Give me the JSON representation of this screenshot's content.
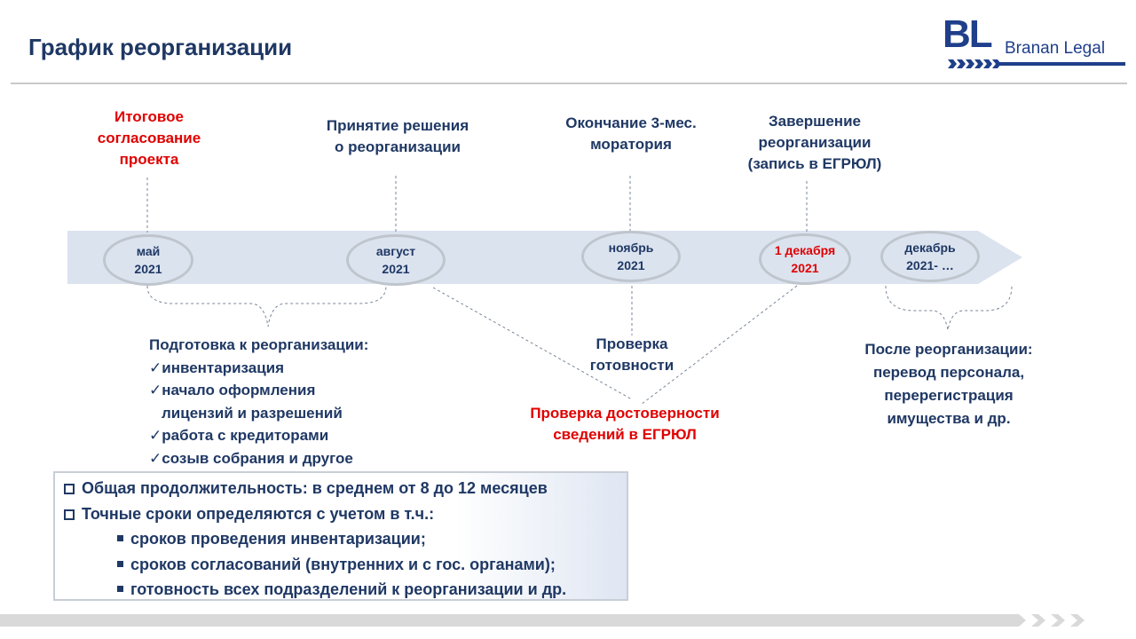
{
  "header": {
    "title": "График реорганизации"
  },
  "logo": {
    "mark": "BL",
    "name": "Branan Legal"
  },
  "timeline": {
    "above_labels": [
      {
        "lines": [
          "Итоговое",
          "согласование",
          "проекта"
        ],
        "color": "#e00000"
      },
      {
        "lines": [
          "Принятие решения",
          "о реорганизации"
        ],
        "color": "#1f3864"
      },
      {
        "lines": [
          "Окончание  3-мес.",
          "моратория"
        ],
        "color": "#1f3864"
      },
      {
        "lines": [
          "Завершение",
          "реорганизации",
          "(запись в ЕГРЮЛ)"
        ],
        "color": "#1f3864"
      }
    ],
    "nodes": [
      {
        "line1": "май",
        "line2": "2021"
      },
      {
        "line1": "август",
        "line2": "2021"
      },
      {
        "line1": "ноябрь",
        "line2": "2021"
      },
      {
        "line1": "1 декабря",
        "line2": "2021"
      },
      {
        "line1": "декабрь",
        "line2": "2021- …"
      }
    ],
    "below": {
      "check_readiness": [
        "Проверка",
        "готовности"
      ],
      "check_egrul": [
        "Проверка достоверности",
        "сведений в ЕГРЮЛ"
      ],
      "after": [
        "После реорганизации:",
        "перевод персонала,",
        "перерегистрация",
        "имущества и др."
      ]
    }
  },
  "preparation": {
    "heading": "Подготовка к реорганизации:",
    "check": "✓",
    "items": [
      "инвентаризация",
      "начало оформления",
      "лицензий и разрешений",
      "работа с кредиторами",
      "созыв собрания и другое"
    ]
  },
  "info": {
    "lines": [
      "Общая продолжительность: в среднем от 8 до 12 месяцев",
      "Точные сроки определяются с учетом в т.ч.:"
    ],
    "sub": [
      "сроков проведения инвентаризации;",
      "сроков согласований (внутренних и с гос. органами);",
      "готовность всех подразделений к реорганизации и др."
    ]
  },
  "colors": {
    "accent": "#1f3864",
    "highlight": "#e00000",
    "band": "#dbe3ef",
    "logo": "#1f3f8a"
  }
}
